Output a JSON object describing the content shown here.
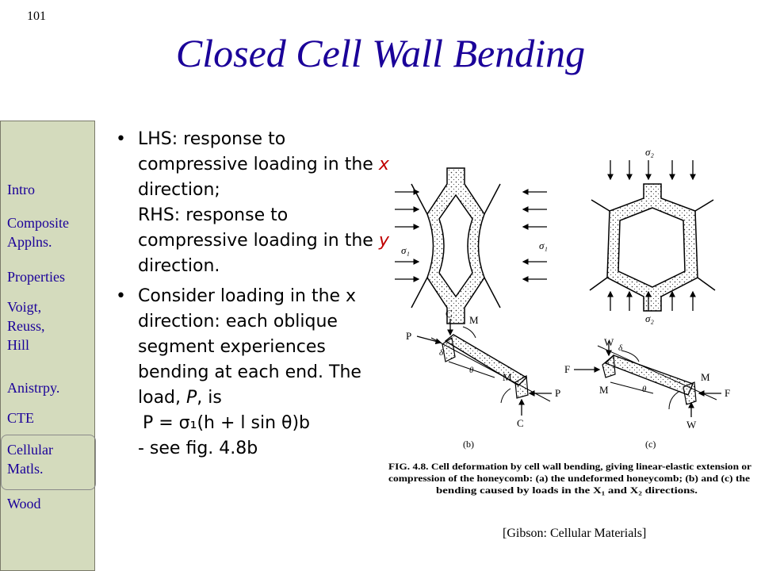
{
  "slide_number": "101",
  "title": "Closed Cell Wall Bending",
  "sidebar": {
    "items": [
      "Intro",
      "Composite Applns.",
      "Properties",
      "Voigt, Reuss, Hill",
      "Anistrpy.",
      "CTE",
      "Cellular Matls.",
      "Wood"
    ]
  },
  "bullets": {
    "b1": {
      "t1": "LHS: response to compressive loading in the ",
      "x": "x",
      "t2": " direction;",
      "t3": "RHS: response to compressive loading in the ",
      "y": "y",
      "t4": " direction."
    },
    "b2": {
      "t1": "Consider loading in the x direction: each oblique segment experiences bending at each end.  The load, ",
      "P": "P",
      "t2": ", is",
      "formula": "P = σ₁(h + l sin θ)b",
      "t3": "- see fig. 4.8b"
    }
  },
  "figure": {
    "labels": {
      "sigma1": "σ₁",
      "sigma2": "σ₂",
      "P": "P",
      "C": "C",
      "M": "M",
      "delta": "δ",
      "theta": "θ",
      "W": "W",
      "F": "F",
      "b": "(b)",
      "c": "(c)"
    },
    "caption": {
      "line1": "FIG. 4.8. Cell deformation by cell wall bending, giving linear-elastic extension or",
      "line2": "compression of the honeycomb: (a) the undeformed honeycomb; (b) and (c) the",
      "line3": "bending caused by loads in the X₁ and X₂ directions."
    }
  },
  "citation": "[Gibson: Cellular Materials]"
}
